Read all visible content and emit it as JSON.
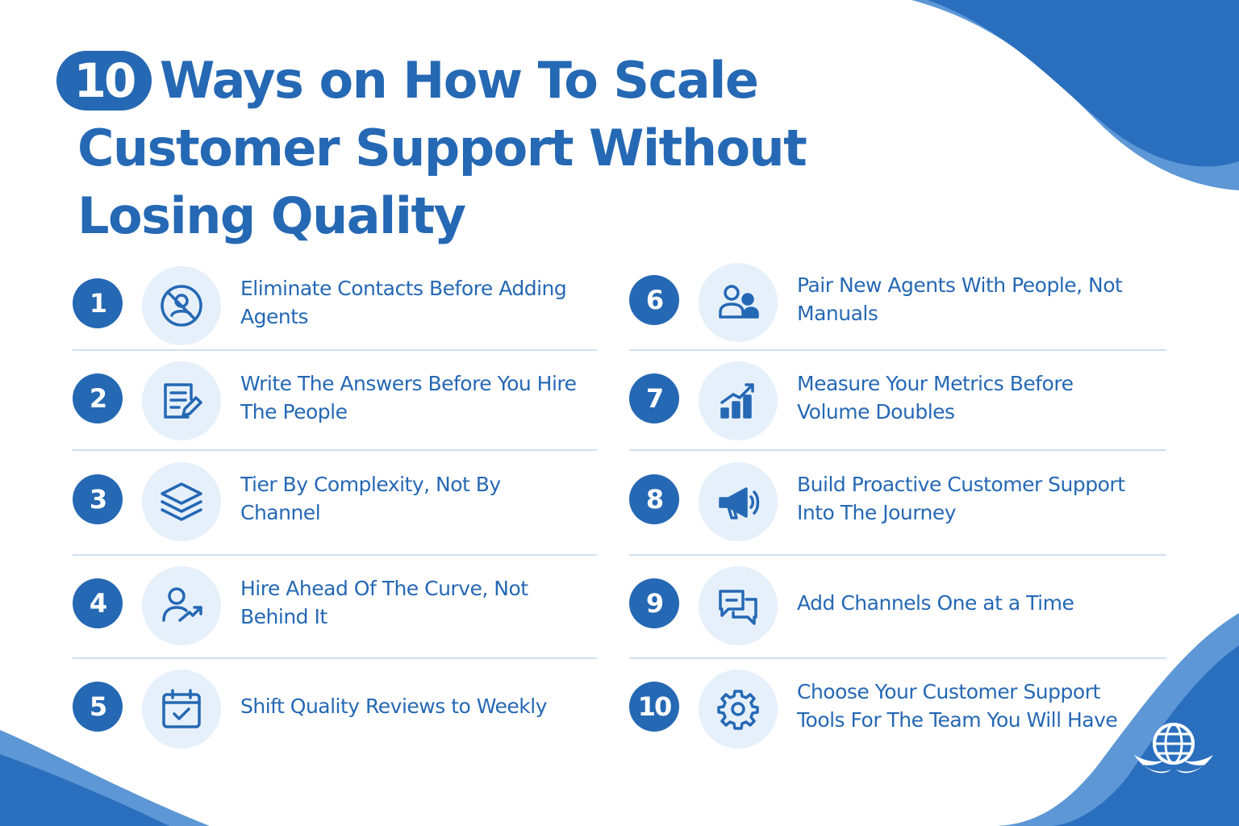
{
  "title": {
    "number": "10",
    "line1": "Ways on How To Scale",
    "line2": "Customer Support Without",
    "line3": "Losing Quality"
  },
  "items": [
    {
      "number": "1",
      "icon": "no-contact-icon",
      "text": "Eliminate Contacts Before Adding Agents"
    },
    {
      "number": "2",
      "icon": "document-edit-icon",
      "text": "Write The Answers Before You Hire The People"
    },
    {
      "number": "3",
      "icon": "layers-icon",
      "text": "Tier By Complexity, Not By Channel"
    },
    {
      "number": "4",
      "icon": "user-growth-icon",
      "text": "Hire Ahead Of The Curve, Not Behind It"
    },
    {
      "number": "5",
      "icon": "calendar-check-icon",
      "text": "Shift Quality Reviews to Weekly"
    },
    {
      "number": "6",
      "icon": "users-pair-icon",
      "text": "Pair New Agents With People, Not Manuals"
    },
    {
      "number": "7",
      "icon": "bar-chart-up-icon",
      "text": "Measure Your Metrics Before Volume Doubles"
    },
    {
      "number": "8",
      "icon": "megaphone-icon",
      "text": "Build Proactive Customer Support Into The Journey"
    },
    {
      "number": "9",
      "icon": "chat-bubbles-icon",
      "text": "Add Channels One at a Time"
    },
    {
      "number": "10",
      "icon": "gear-icon",
      "text": "Choose Your Customer Support Tools For The Team You Will Have"
    }
  ],
  "colors": {
    "primary": "#2568b4",
    "icon_bg": "#e6f0fb",
    "divider": "#cfe0f2",
    "wave_dark": "#2a6fbd",
    "wave_light": "#5d97d6"
  }
}
